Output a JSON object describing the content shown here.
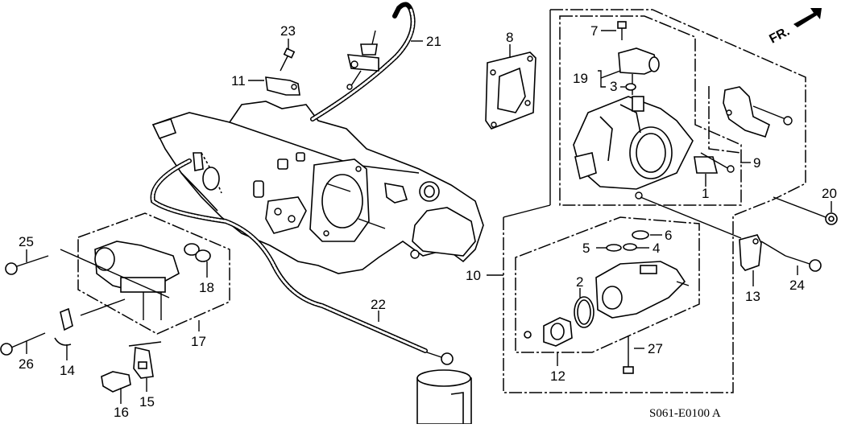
{
  "diagram": {
    "title": "Throttle Body / Intake Manifold Parts Diagram",
    "diagram_code": "S061-E0100 A",
    "direction_indicator": "FR.",
    "callouts": [
      {
        "id": "c1",
        "number": "1"
      },
      {
        "id": "c2",
        "number": "2"
      },
      {
        "id": "c3",
        "number": "3"
      },
      {
        "id": "c4",
        "number": "4"
      },
      {
        "id": "c5",
        "number": "5"
      },
      {
        "id": "c6",
        "number": "6"
      },
      {
        "id": "c7",
        "number": "7"
      },
      {
        "id": "c8",
        "number": "8"
      },
      {
        "id": "c9",
        "number": "9"
      },
      {
        "id": "c10",
        "number": "10"
      },
      {
        "id": "c11",
        "number": "11"
      },
      {
        "id": "c12",
        "number": "12"
      },
      {
        "id": "c13",
        "number": "13"
      },
      {
        "id": "c14",
        "number": "14"
      },
      {
        "id": "c15",
        "number": "15"
      },
      {
        "id": "c16",
        "number": "16"
      },
      {
        "id": "c17",
        "number": "17"
      },
      {
        "id": "c18",
        "number": "18"
      },
      {
        "id": "c19",
        "number": "19"
      },
      {
        "id": "c20",
        "number": "20"
      },
      {
        "id": "c21",
        "number": "21"
      },
      {
        "id": "c22",
        "number": "22"
      },
      {
        "id": "c23",
        "number": "23"
      },
      {
        "id": "c24",
        "number": "24"
      },
      {
        "id": "c25",
        "number": "25"
      },
      {
        "id": "c26",
        "number": "26"
      },
      {
        "id": "c27",
        "number": "27"
      }
    ]
  }
}
